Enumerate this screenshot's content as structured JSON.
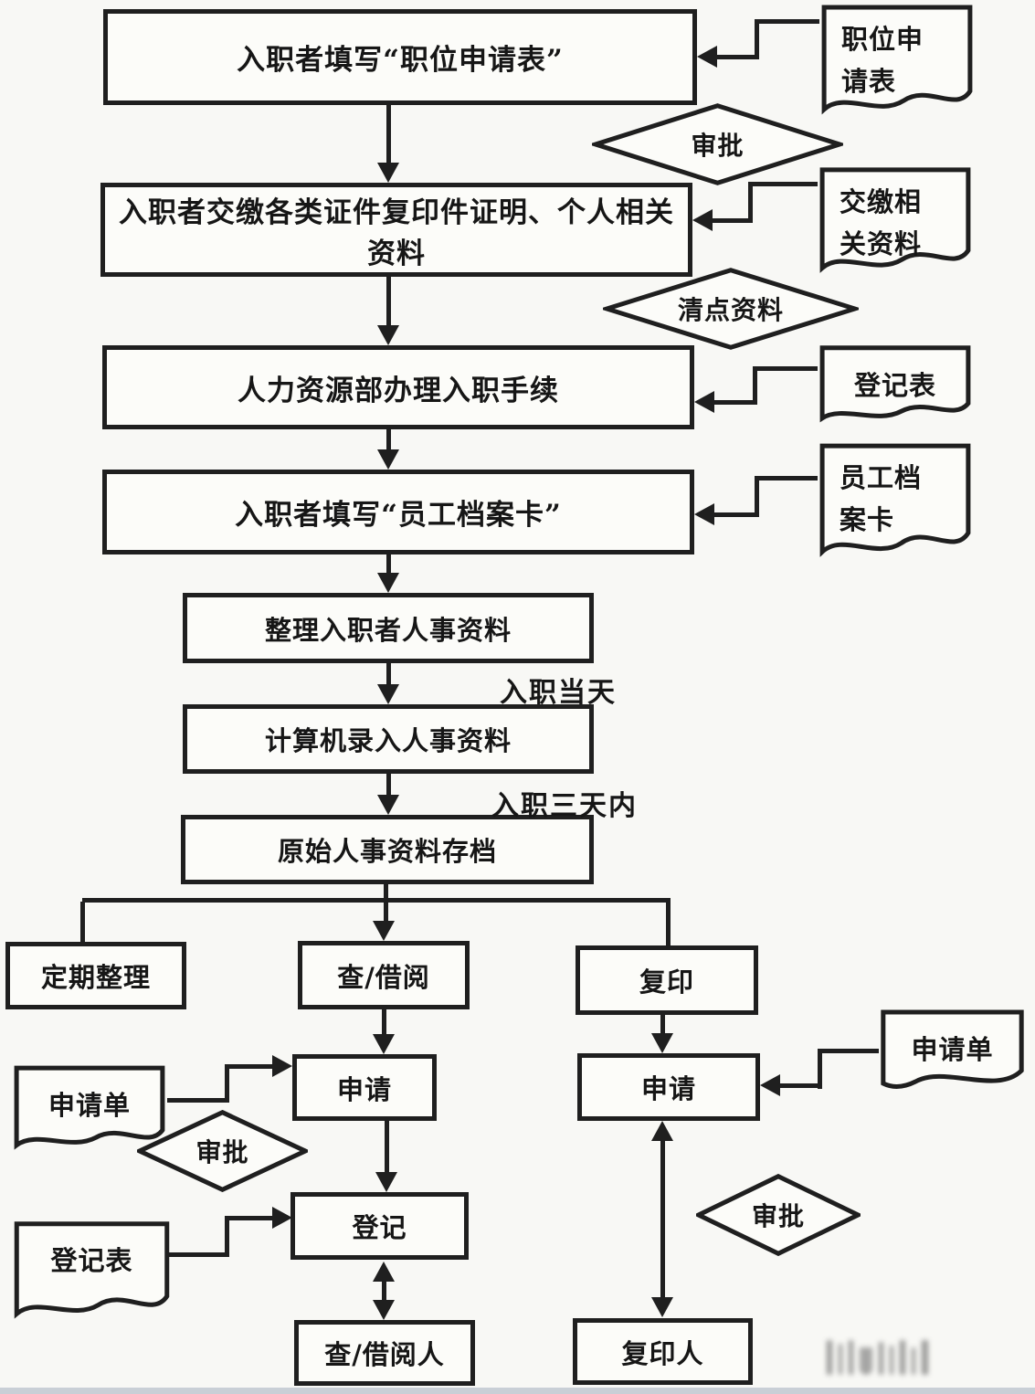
{
  "steps": [
    {
      "label": "入职者填写“职位申请表”"
    },
    {
      "label": "入职者交缴各类证件复印件证明、个人相关资料"
    },
    {
      "label": "人力资源部办理入职手续"
    },
    {
      "label": "入职者填写“员工档案卡”"
    },
    {
      "label": "整理入职者人事资料"
    },
    {
      "label": "计算机录入人事资料"
    },
    {
      "label": "原始人事资料存档"
    }
  ],
  "branches": {
    "periodic": {
      "label": "定期整理"
    },
    "consult": {
      "label": "查/借阅"
    },
    "copy": {
      "label": "复印"
    },
    "consult_apply": {
      "label": "申请"
    },
    "register": {
      "label": "登记"
    },
    "consult_person": {
      "label": "查/借阅人"
    },
    "copy_apply": {
      "label": "申请"
    },
    "copy_person": {
      "label": "复印人"
    }
  },
  "documents": {
    "position_application": {
      "line1": "职位申",
      "line2": "请表"
    },
    "related_materials": {
      "line1": "交缴相",
      "line2": "关资料"
    },
    "registration_form_top": {
      "line1": "登记表"
    },
    "employee_file_card": {
      "line1": "员工档",
      "line2": "案卡"
    },
    "application_form_consult": {
      "line1": "申请单"
    },
    "registration_form_consult": {
      "line1": "登记表"
    },
    "application_form_copy": {
      "line1": "申请单"
    }
  },
  "decisions": {
    "approval_top": {
      "label": "审批"
    },
    "check_materials": {
      "label": "清点资料"
    },
    "approval_consult": {
      "label": "审批"
    },
    "approval_copy": {
      "label": "审批"
    }
  },
  "notes": {
    "same_day": "入职当天",
    "within_three_days": "入职三天内"
  },
  "colors": {
    "line": "#1f1f1f",
    "background": "#f8f8f5",
    "text": "#161616"
  }
}
